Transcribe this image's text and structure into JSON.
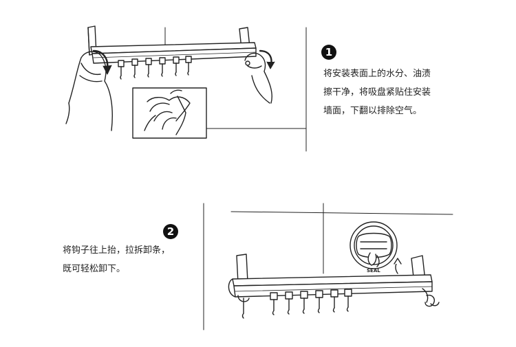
{
  "steps": [
    {
      "number": "1",
      "lines": [
        "将安装表面上的水分、油渍",
        "擦干净，将吸盘紧贴住安装",
        "墙面，下翻以排除空气。"
      ]
    },
    {
      "number": "2",
      "lines": [
        "将钩子往上抬，拉拆卸条，",
        "既可轻松卸下。"
      ]
    }
  ],
  "labels": {
    "seal": "SEAL"
  }
}
